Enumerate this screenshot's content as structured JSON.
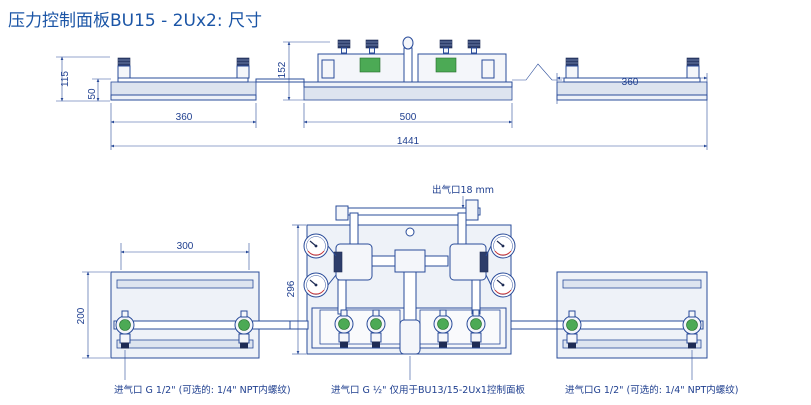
{
  "title": "压力控制面板BU15 - 2Ux2: 尺寸",
  "top_view": {
    "dim_height_outer": "115",
    "dim_height_inner": "50",
    "dim_center_height": "152",
    "dim_left_width": "360",
    "dim_center_width": "500",
    "dim_right_width": "360",
    "dim_total_width": "1441"
  },
  "front_view": {
    "outlet_label": "出气口18 mm",
    "dim_left_width": "300",
    "dim_left_height": "200",
    "dim_center_height": "296",
    "inlet_left_label": "进气口 G 1/2\" (可选的: 1/4\" NPT内螺纹)",
    "inlet_center_label": "进气口 G ½\" 仅用于BU13/15-2Ux1控制面板",
    "inlet_right_label": "进气口G 1/2\" (可选的: 1/4\" NPT内螺纹)"
  },
  "colors": {
    "line": "#2a4c9a",
    "title": "#1b55a6",
    "panel": "#eef2f8",
    "valve_accent": "#4caa55"
  }
}
